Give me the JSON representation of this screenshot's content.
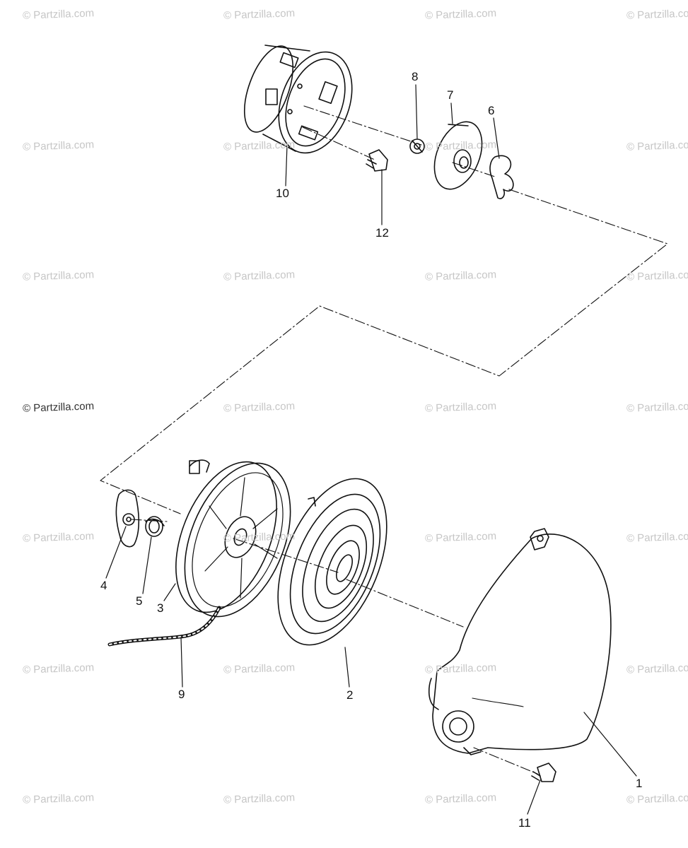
{
  "watermark": {
    "text": "© Partzilla.com",
    "light_color": "#c6c6c6",
    "dark_color": "#333333"
  },
  "callouts": [
    {
      "id": "c1",
      "text": "1"
    },
    {
      "id": "c2",
      "text": "2"
    },
    {
      "id": "c3",
      "text": "3"
    },
    {
      "id": "c4",
      "text": "4"
    },
    {
      "id": "c5",
      "text": "5"
    },
    {
      "id": "c6",
      "text": "6"
    },
    {
      "id": "c7",
      "text": "7"
    },
    {
      "id": "c8",
      "text": "8"
    },
    {
      "id": "c9",
      "text": "9"
    },
    {
      "id": "c10",
      "text": "10"
    },
    {
      "id": "c11",
      "text": "11"
    },
    {
      "id": "c12",
      "text": "12"
    }
  ],
  "parts": [
    {
      "callout": "1",
      "icon": "housing-cover-icon"
    },
    {
      "callout": "2",
      "icon": "recoil-spring-icon"
    },
    {
      "callout": "3",
      "icon": "rope-pulley-icon"
    },
    {
      "callout": "4",
      "icon": "pawl-icon"
    },
    {
      "callout": "5",
      "icon": "pawl-spring-icon"
    },
    {
      "callout": "6",
      "icon": "clip-icon"
    },
    {
      "callout": "7",
      "icon": "friction-plate-icon"
    },
    {
      "callout": "8",
      "icon": "nut-icon"
    },
    {
      "callout": "9",
      "icon": "starter-rope-icon"
    },
    {
      "callout": "10",
      "icon": "drive-cup-icon"
    },
    {
      "callout": "11",
      "icon": "bolt-icon"
    },
    {
      "callout": "12",
      "icon": "screw-icon"
    }
  ]
}
